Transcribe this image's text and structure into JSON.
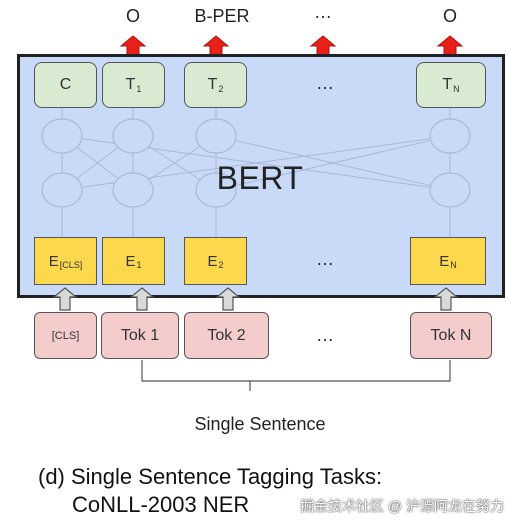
{
  "outputs": [
    "O",
    "B-PER",
    "…",
    "O"
  ],
  "t_boxes": {
    "c": "C",
    "t1": "T",
    "t1_sub": "1",
    "t2": "T",
    "t2_sub": "2",
    "dots": "…",
    "tn": "T",
    "tn_sub": "N"
  },
  "model": {
    "title": "BERT"
  },
  "e_boxes": {
    "ecls": "E",
    "ecls_sub": "[CLS]",
    "e1": "E",
    "e1_sub": "1",
    "e2": "E",
    "e2_sub": "2",
    "dots": "…",
    "en": "E",
    "en_sub": "N"
  },
  "tokens": {
    "cls": "[CLS]",
    "tok1": "Tok 1",
    "tok2": "Tok 2",
    "dots": "…",
    "tokn": "Tok N"
  },
  "input_label": "Single Sentence",
  "caption": {
    "line1": "(d) Single Sentence Tagging Tasks:",
    "line2": "CoNLL-2003 NER"
  },
  "watermark": "掘金技术社区 @ 沪漂阿龙在努力",
  "colors": {
    "model_bg": "#c9daf8",
    "output_box": "#d9ead3",
    "embedding_box": "#fcd84d",
    "token_box": "#f4cccc",
    "arrow_up": "#e8201a"
  }
}
